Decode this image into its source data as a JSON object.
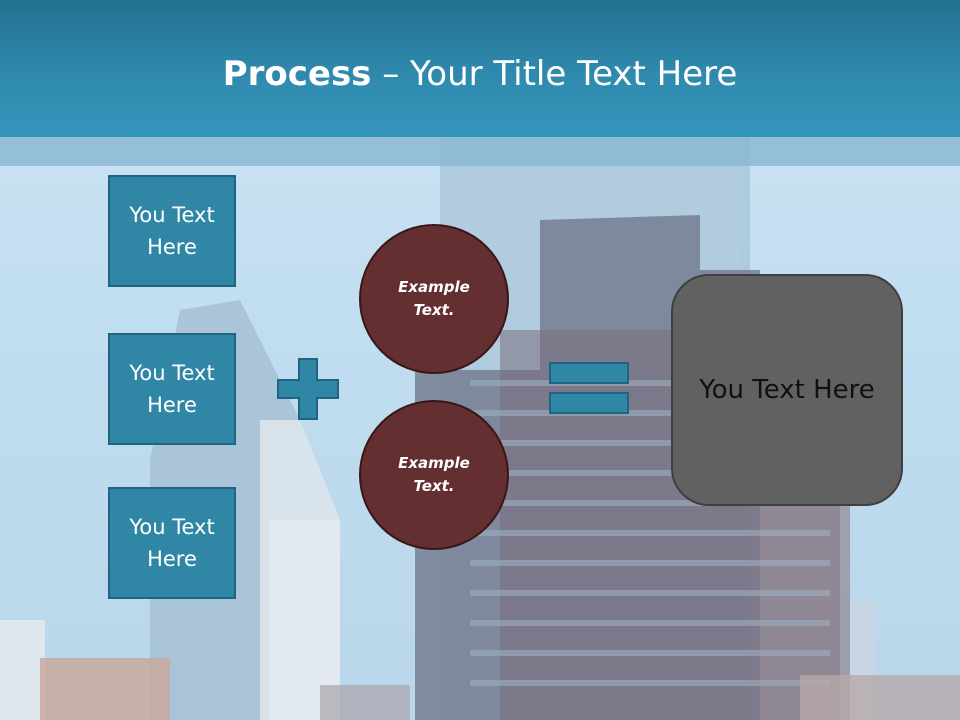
{
  "title": {
    "bold": "Process",
    "rest": " – Your Title Text Here"
  },
  "left_boxes": [
    {
      "label": "You Text Here"
    },
    {
      "label": "You Text Here"
    },
    {
      "label": "You Text Here"
    }
  ],
  "circles": [
    {
      "label": "Example Text."
    },
    {
      "label": "Example Text."
    }
  ],
  "result": {
    "label": "You Text Here"
  },
  "icons": {
    "operator_1": "plus-icon",
    "operator_2": "equals-icon"
  },
  "colors": {
    "header": "#2f8aae",
    "box_fill": "#2f87a5",
    "box_border": "#1f6480",
    "circle_fill": "#642f31",
    "result_fill": "#616161"
  }
}
